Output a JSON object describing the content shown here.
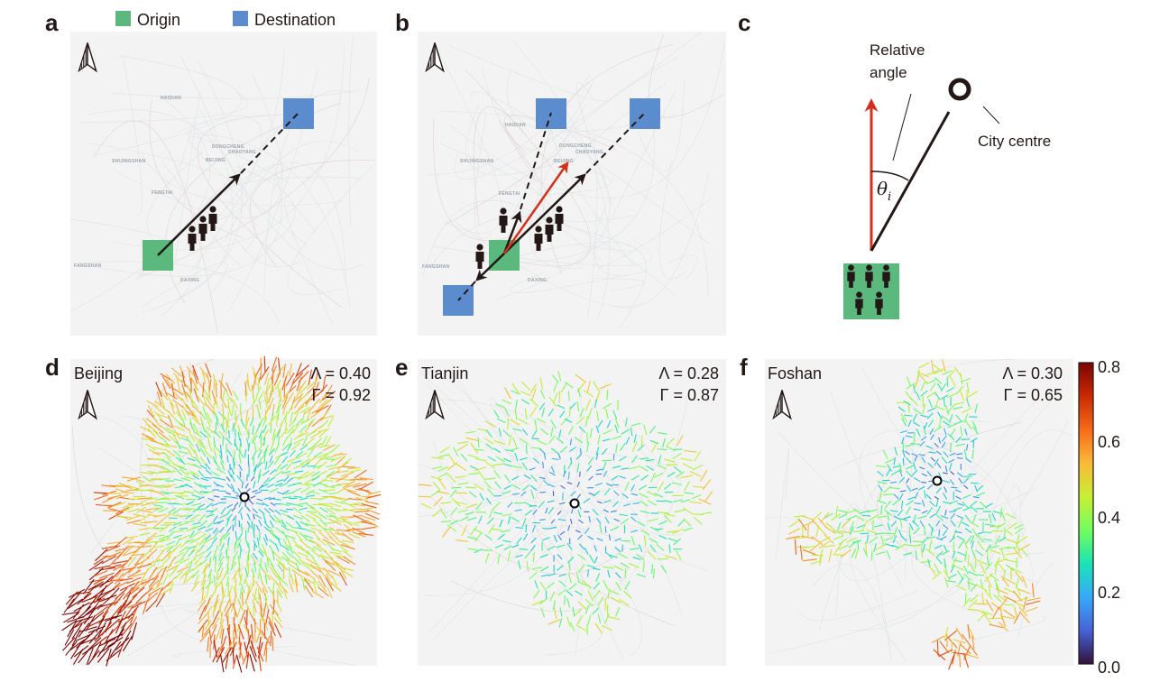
{
  "colors": {
    "origin": "#5bb97d",
    "destination": "#5b8dce",
    "resultant_arrow": "#d2321c",
    "trip_arrow": "#231815",
    "map_background": "#f2f3f2"
  },
  "legend": {
    "origin": "Origin",
    "destination": "Destination"
  },
  "panels": {
    "a": {
      "letter": "a"
    },
    "b": {
      "letter": "b"
    },
    "c": {
      "letter": "c",
      "relative_angle_line1": "Relative",
      "relative_angle_line2": "angle",
      "angle_symbol": "θ",
      "angle_subscript": "i",
      "city_centre": "City centre"
    },
    "d": {
      "letter": "d",
      "city": "Beijing",
      "lambda": "Λ = 0.40",
      "gamma": "Γ = 0.92"
    },
    "e": {
      "letter": "e",
      "city": "Tianjin",
      "lambda": "Λ = 0.28",
      "gamma": "Γ = 0.87"
    },
    "f": {
      "letter": "f",
      "city": "Foshan",
      "lambda": "Λ = 0.30",
      "gamma": "Γ = 0.65"
    }
  },
  "map_labels": [
    "HAIDIAN",
    "DONGCHENG",
    "CHAOYANG",
    "BEIJING",
    "SHIJINGSHAN",
    "FENGTAI",
    "FANGSHAN",
    "DAXING"
  ],
  "colorbar": {
    "range": [
      0.0,
      0.8
    ],
    "colormap": "turbo",
    "ticks": [
      "0.8",
      "0.6",
      "0.4",
      "0.2",
      "0.0"
    ]
  }
}
